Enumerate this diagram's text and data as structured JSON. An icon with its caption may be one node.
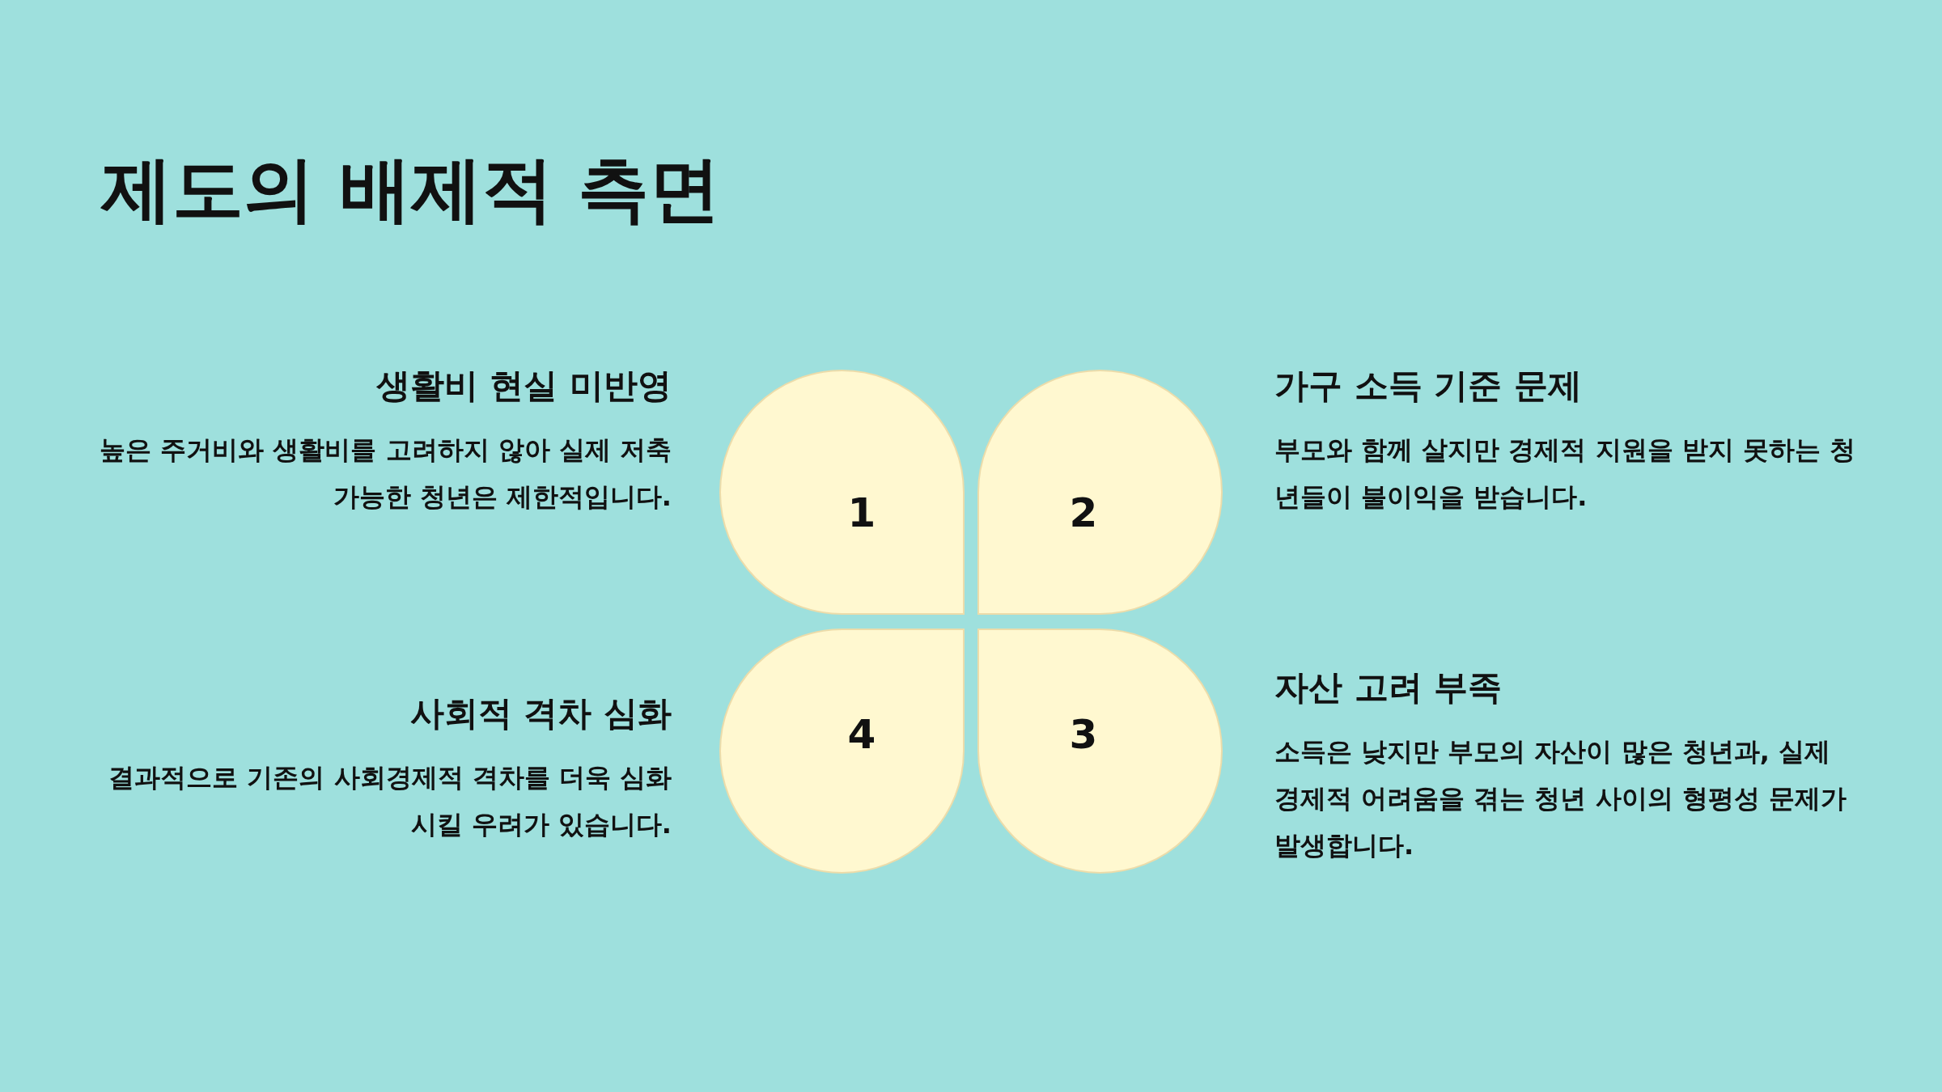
{
  "diagram": {
    "title": "제도의 배제적 측면",
    "nodes": [
      {
        "text": [
          "1"
        ],
        "beside": [
          "생활비 현실 미반영",
          "높은 주거비와 생활비를 고려하지 않아 실제 저축 가능한 청년은 제한적입니다."
        ]
      },
      {
        "text": [
          "2"
        ],
        "beside": [
          "가구 소득 기준 문제",
          "부모와 함께 살지만 경제적 지원을 받지 못하는 청년들이 불이익을 받습니다."
        ]
      },
      {
        "text": [
          "3"
        ],
        "beside": [
          "자산 고려 부족",
          "소득은 낮지만 부모의 자산이 많은 청년과, 실제 경제적 어려움을 겪는 청년 사이의 형평성 문제가 발생합니다."
        ]
      },
      {
        "text": [
          "4"
        ],
        "beside": [
          "사회적 격차 심화",
          "결과적으로 기존의 사회경제적 격차를 더욱 심화시킬 우려가 있습니다."
        ]
      }
    ]
  }
}
